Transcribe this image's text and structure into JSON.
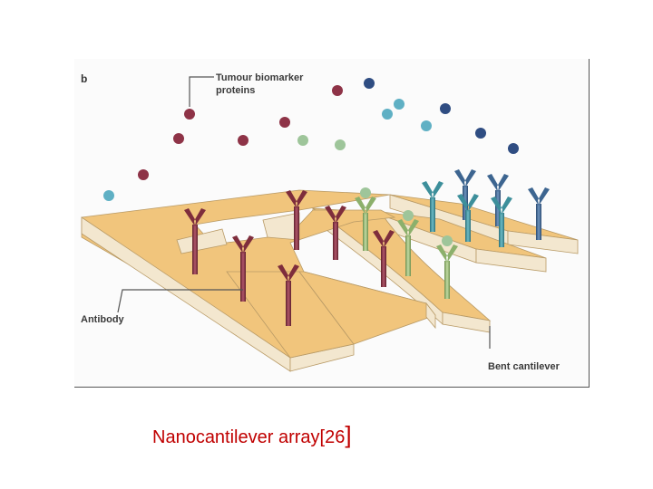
{
  "figure": {
    "panel_label": "b",
    "label_tumour_line1": "Tumour biomarker",
    "label_tumour_line2": "proteins",
    "label_antibody": "Antibody",
    "label_bent": "Bent cantilever"
  },
  "caption": {
    "text": "Nanocantilever array[26",
    "bracket": "]"
  },
  "colors": {
    "cantilever_top": "#f1c57c",
    "cantilever_side": "#f3e7cf",
    "antibody_maroon": "#7e2d3c",
    "antibody_green": "#8cb06c",
    "antibody_blue": "#3d6590",
    "antibody_teal": "#3d8f9b",
    "protein_maroon": "#8e3347",
    "protein_green": "#9ec59a",
    "protein_teal": "#5fb0c4",
    "protein_navy": "#2f4d82",
    "caption_red": "#c00000"
  }
}
